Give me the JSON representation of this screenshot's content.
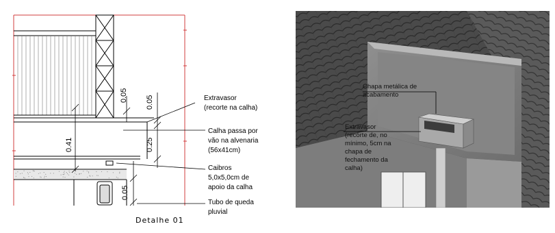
{
  "detail": {
    "caption": "Detalhe  01",
    "dimensions": {
      "d_005_top_a": "0.05",
      "d_005_top_b": "0.05",
      "d_041": "0.41",
      "d_025": "0.25",
      "d_005_bottom": "0.05"
    },
    "notes": {
      "extravasor_l1": "Extravasor",
      "extravasor_l2": "(recorte na calha)",
      "calha_l1": "Calha passa por",
      "calha_l2": "vão na alvenaria",
      "calha_l3": "(56x41cm)",
      "caibros_l1": "Caibros",
      "caibros_l2": "5,0x5,0cm de",
      "caibros_l3": "apoio da calha",
      "tubo_l1": "Tubo de queda",
      "tubo_l2": "pluvial"
    }
  },
  "render": {
    "chapa_l1": "Chapa metálica de",
    "chapa_l2": "acabamento",
    "extravasor_l1": "Extravasor",
    "extravasor_l2": "(recorte de, no",
    "extravasor_l3": "mínimo, 5cm na",
    "extravasor_l4": "chapa de",
    "extravasor_l5": "fechamento da",
    "extravasor_l6": "calha)"
  }
}
